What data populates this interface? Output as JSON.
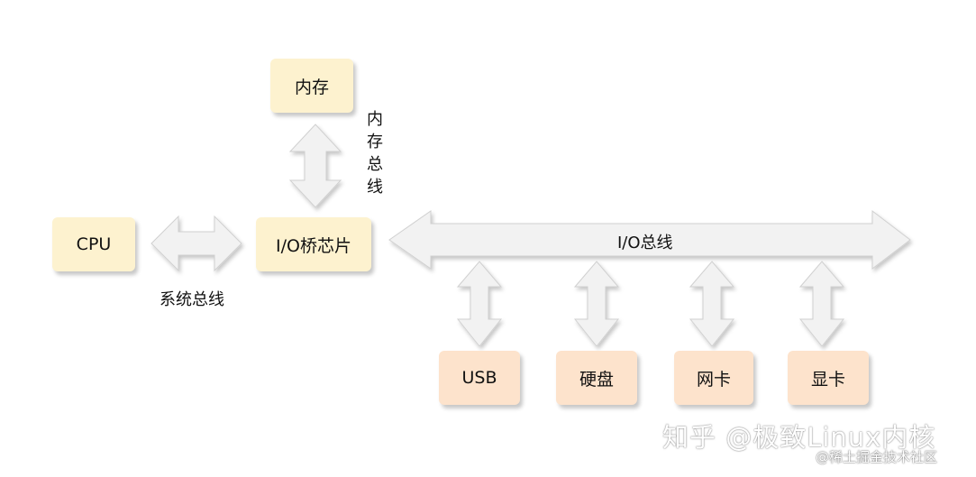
{
  "nodes": {
    "memory": "内存",
    "cpu": "CPU",
    "io_bridge": "I/O桥芯片",
    "usb": "USB",
    "disk": "硬盘",
    "nic": "网卡",
    "gpu": "显卡"
  },
  "buses": {
    "memory_bus": "内存总线",
    "system_bus": "系统总线",
    "io_bus": "I/O总线"
  },
  "watermark": {
    "main": "知乎 @极致Linux内核",
    "sub": "@稀土掘金技术社区"
  },
  "colors": {
    "box_top": "#fdf2cf",
    "box_bottom": "#fde3cc",
    "arrow_fill": "#f2f2f2",
    "arrow_stroke": "#d0d0d0"
  }
}
